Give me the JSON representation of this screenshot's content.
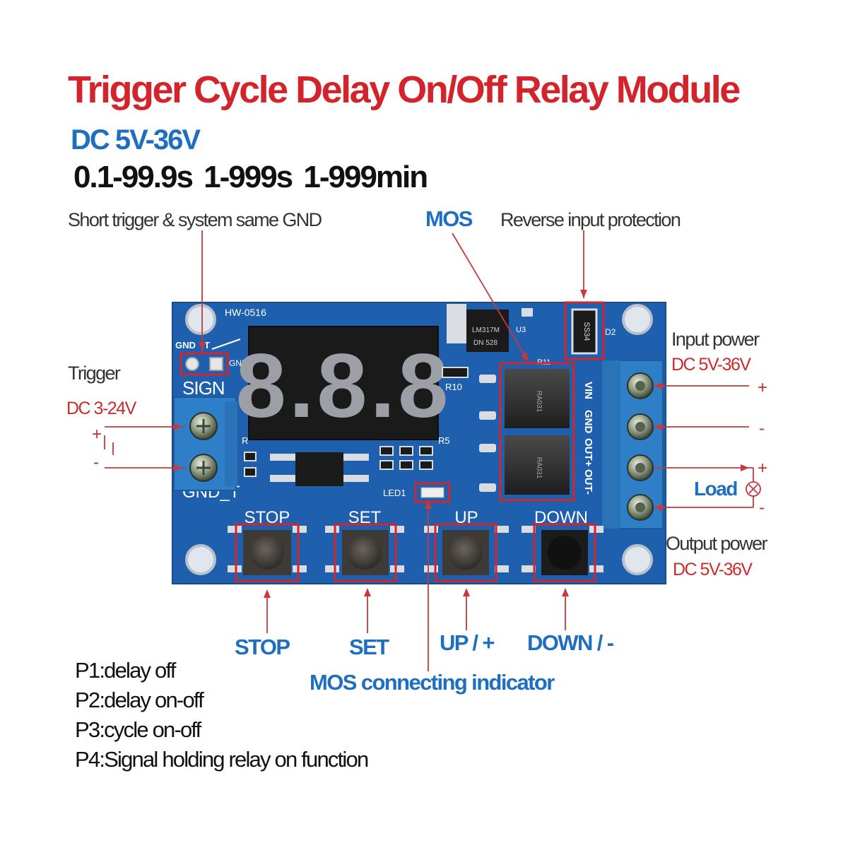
{
  "header": {
    "title": "Trigger Cycle Delay On/Off Relay Module",
    "voltage": "DC 5V-36V",
    "time_ranges": "0.1-99.9s  1-999s  1-999min"
  },
  "callouts": {
    "short_trigger": "Short trigger &  system same GND",
    "mos": "MOS",
    "reverse_protection": "Reverse input protection",
    "trigger": "Trigger",
    "trigger_voltage": "DC 3-24V",
    "input_power": "Input power",
    "input_voltage": "DC 5V-36V",
    "load": "Load",
    "output_power": "Output power",
    "output_voltage": "DC 5V-36V",
    "plus": "+",
    "minus": "-"
  },
  "board": {
    "model": "HW-0516",
    "display": "8.8.8",
    "sign_label": "SIGN",
    "gnd_label": "GND_T",
    "gnd_small": "GND",
    "t_small": "T",
    "gnd_small2": "GND",
    "led_label": "LED1",
    "r10": "R10",
    "r5": "R5",
    "r_left": "R",
    "d2": "D2",
    "r11": "R11",
    "reg_line1": "LM317M",
    "reg_line2": "DN 528",
    "reg_side": "U3",
    "diode_marking": "SS34",
    "mos_marking": "RA031",
    "terminal_pins": [
      "VIN",
      "GND",
      "OUT+",
      "OUT-"
    ],
    "buttons": [
      "STOP",
      "SET",
      "UP",
      "DOWN"
    ]
  },
  "button_callouts": {
    "stop": "STOP",
    "set": "SET",
    "up": "UP / +",
    "down": "DOWN / -",
    "mos_indicator": "MOS connecting indicator"
  },
  "modes": [
    "P1:delay off",
    "P2:delay on-off",
    "P3:cycle on-off",
    "P4:Signal holding relay on function"
  ],
  "colors": {
    "title_red": "#d3242c",
    "accent_blue": "#1f6fc1",
    "pcb_blue": "#1e5fae",
    "callout_red": "#c82d2d"
  }
}
